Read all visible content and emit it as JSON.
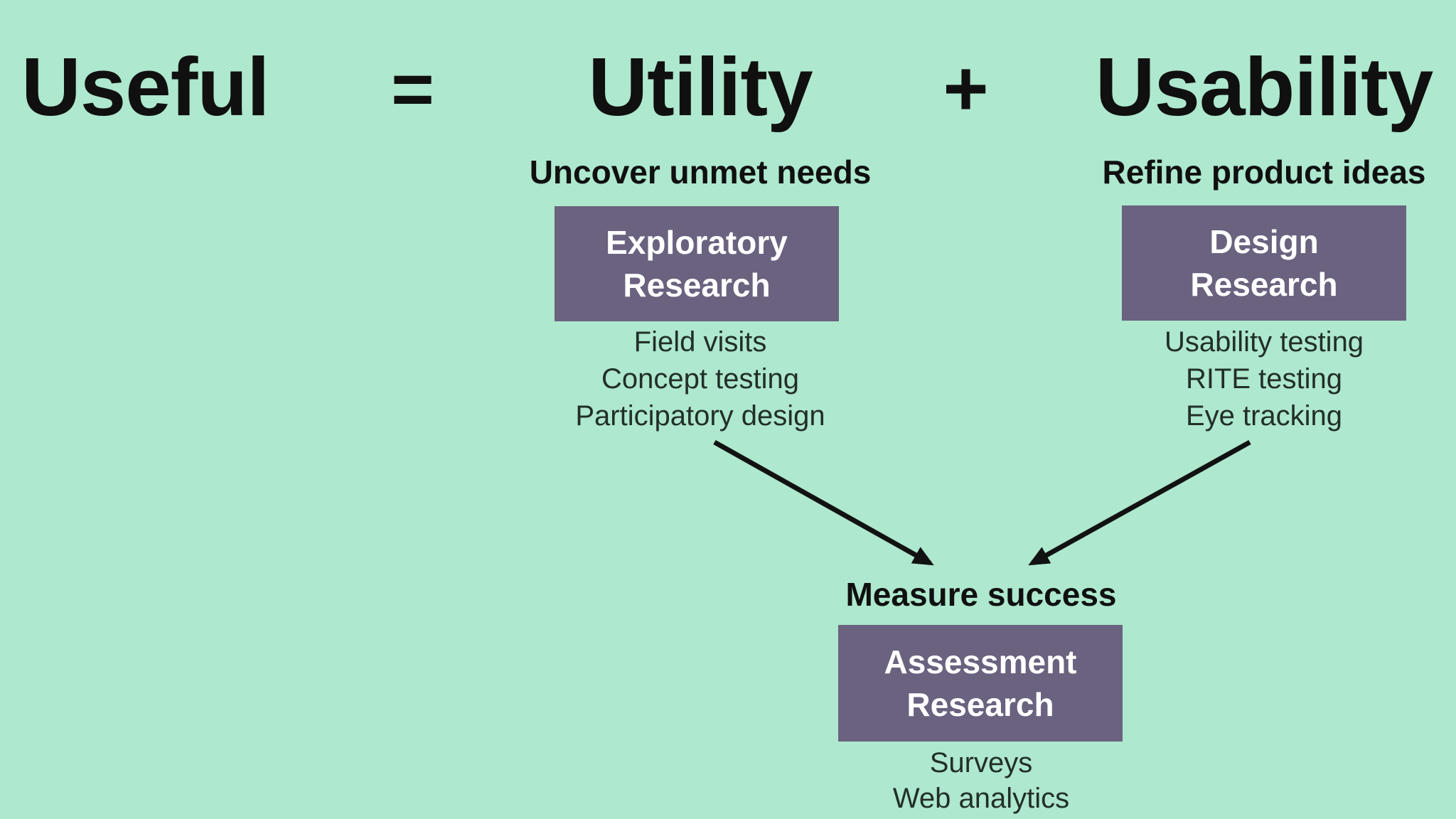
{
  "palette": {
    "background": "#aee8ce",
    "box_fill": "#6a627f",
    "heading_text": "#101010",
    "box_text": "#ffffff",
    "list_text": "#222f28",
    "arrow": "#121212"
  },
  "equation": {
    "useful": "Useful",
    "equals_sign": "=",
    "utility": "Utility",
    "plus_sign": "+",
    "usability": "Usability"
  },
  "utility_column": {
    "subtitle": "Uncover unmet needs",
    "box_title_line1": "Exploratory",
    "box_title_line2": "Research",
    "methods": [
      "Field visits",
      "Concept testing",
      "Participatory design"
    ]
  },
  "usability_column": {
    "subtitle": "Refine product ideas",
    "box_title_line1": "Design",
    "box_title_line2": "Research",
    "methods": [
      "Usability testing",
      "RITE testing",
      "Eye tracking"
    ]
  },
  "assessment_section": {
    "subtitle": "Measure success",
    "box_title_line1": "Assessment",
    "box_title_line2": "Research",
    "methods": [
      "Surveys",
      "Web analytics"
    ]
  }
}
